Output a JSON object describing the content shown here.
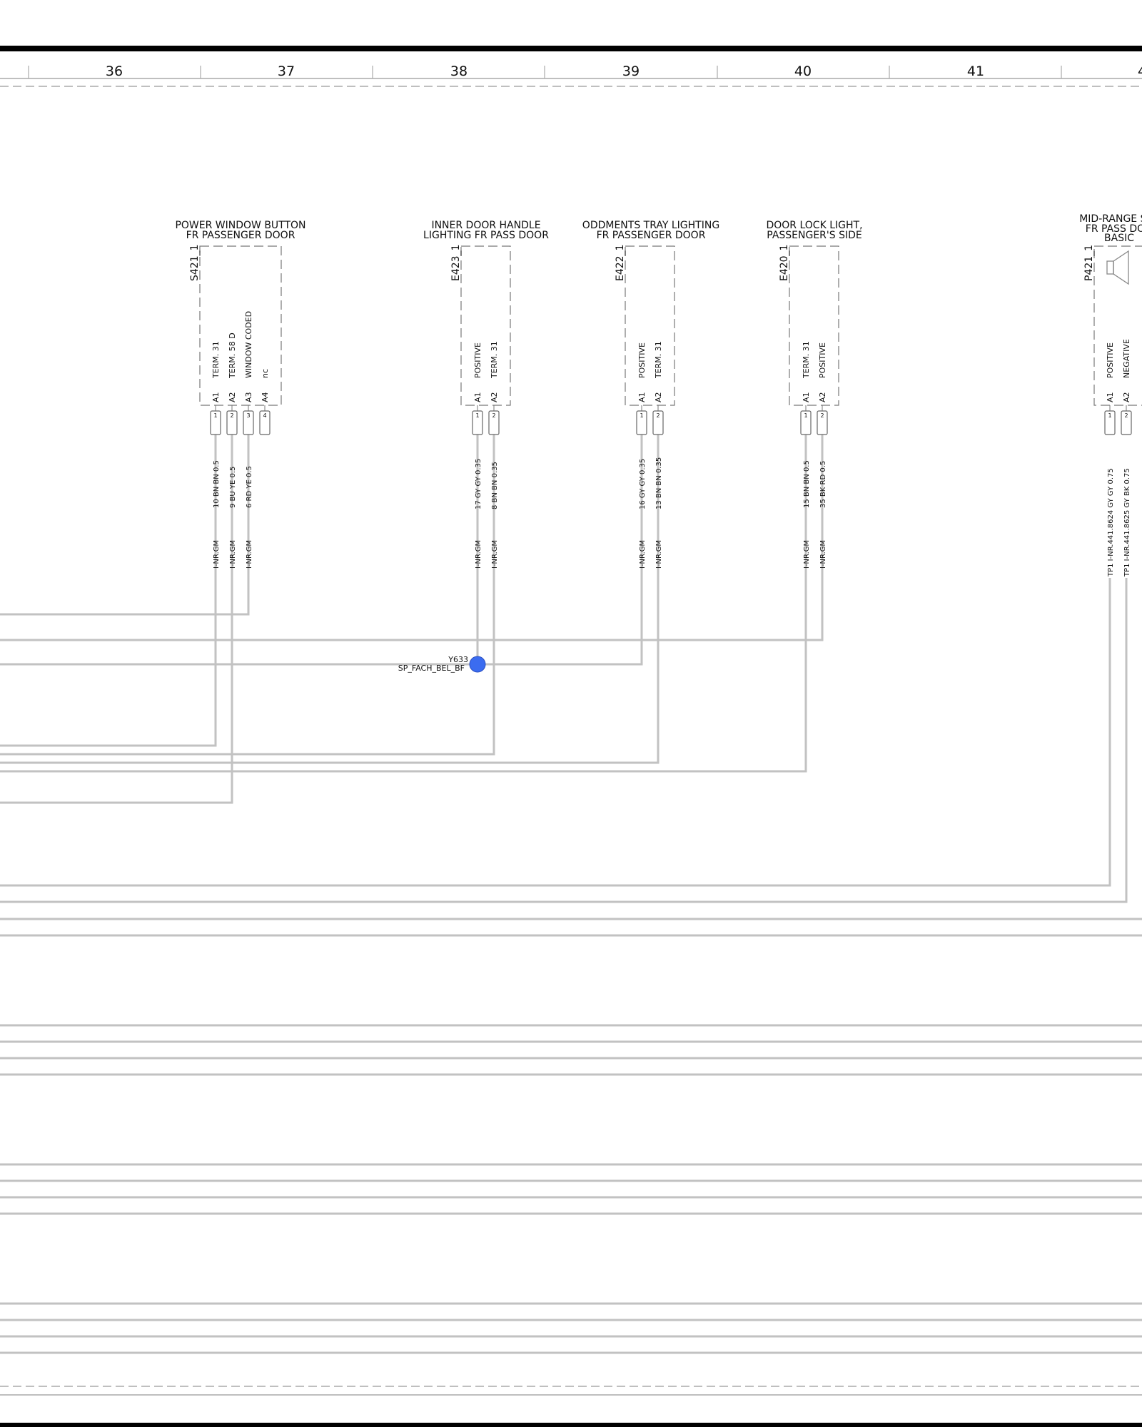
{
  "columns": [
    "36",
    "37",
    "38",
    "39",
    "40",
    "41",
    "4"
  ],
  "components": [
    {
      "id": "S421_1",
      "title": [
        "POWER WINDOW BUTTON",
        "FR PASSENGER DOOR"
      ],
      "pins": [
        {
          "function": "TERM. 31",
          "pin": "A1",
          "number": "1",
          "wire": "10   BN BN 0.5",
          "harness": "I-NR.GM"
        },
        {
          "function": "TERM. 58 D",
          "pin": "A2",
          "number": "2",
          "wire": "9   BU YE 0.5",
          "harness": "I-NR.GM"
        },
        {
          "function": "WINDOW CODED",
          "pin": "A3",
          "number": "3",
          "wire": "6   RD YE 0.5",
          "harness": "I-NR.GM"
        },
        {
          "function": "nc",
          "pin": "A4",
          "number": "4",
          "wire": "",
          "harness": ""
        }
      ]
    },
    {
      "id": "E423_1",
      "title": [
        "INNER DOOR HANDLE",
        "LIGHTING FR PASS DOOR"
      ],
      "pins": [
        {
          "function": "POSITIVE",
          "pin": "A1",
          "number": "1",
          "wire": "17  GY GY 0.35",
          "harness": "I-NR.GM"
        },
        {
          "function": "TERM. 31",
          "pin": "A2",
          "number": "2",
          "wire": "8   BN BN 0.35",
          "harness": "I-NR.GM"
        }
      ]
    },
    {
      "id": "E422_1",
      "title": [
        "ODDMENTS TRAY LIGHTING",
        "FR PASSENGER DOOR"
      ],
      "pins": [
        {
          "function": "POSITIVE",
          "pin": "A1",
          "number": "1",
          "wire": "16  GY GY 0.35",
          "harness": "I-NR.GM"
        },
        {
          "function": "TERM. 31",
          "pin": "A2",
          "number": "2",
          "wire": "13  BN BN 0.35",
          "harness": "I-NR.GM"
        }
      ]
    },
    {
      "id": "E420_1",
      "title": [
        "DOOR LOCK LIGHT,",
        "PASSENGER'S SIDE"
      ],
      "pins": [
        {
          "function": "TERM. 31",
          "pin": "A1",
          "number": "1",
          "wire": "15   BN BN 0.5",
          "harness": "I-NR.GM"
        },
        {
          "function": "POSITIVE",
          "pin": "A2",
          "number": "2",
          "wire": "35   BK RD 0.5",
          "harness": "I-NR.GM"
        }
      ]
    },
    {
      "id": "P421_1",
      "title": [
        "MID-RANGE SPE",
        "FR PASS DOO",
        "BASIC"
      ],
      "pins": [
        {
          "function": "POSITIVE",
          "pin": "A1",
          "number": "1",
          "wire": "TP1 I-NR.441.8624  GY GY 0.75",
          "harness": ""
        },
        {
          "function": "NEGATIVE",
          "pin": "A2",
          "number": "2",
          "wire": "TP1 I-NR.441.8625  GY BK 0.75",
          "harness": ""
        }
      ]
    }
  ],
  "splice": {
    "id": "Y633",
    "name": "SP_FACH_BEL_BF",
    "color": "#3b6cf0"
  },
  "colors": {
    "wire": "#c2c2c2",
    "frame": "#000000",
    "text": "#111111"
  }
}
